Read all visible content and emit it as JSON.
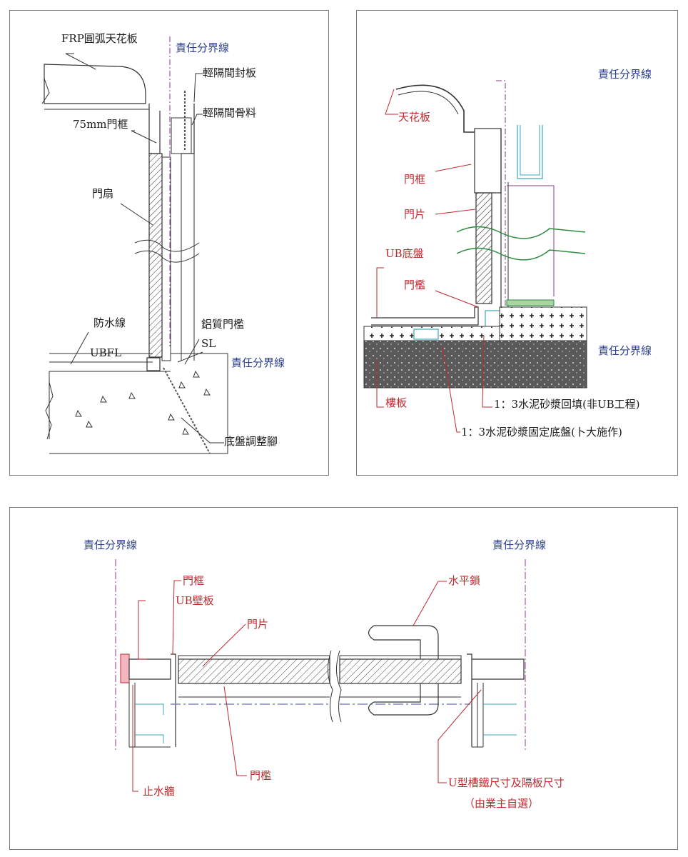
{
  "panel1": {
    "labels": {
      "frp_ceiling": "FRP圓弧天花板",
      "responsibility_line": "責任分界線",
      "light_partition_cover": "輕隔間封板",
      "light_partition_frame": "輕隔間骨料",
      "door_frame_75": "75mm門框",
      "door_leaf": "門扇",
      "waterproof_line": "防水線",
      "ubfl": "UBFL",
      "aluminum_threshold": "鋁質門檻",
      "sl": "SL",
      "responsibility_line_2": "責任分界線",
      "base_adjust_foot": "底盤調整腳"
    }
  },
  "panel2": {
    "labels": {
      "responsibility_line": "責任分界線",
      "ceiling": "天花板",
      "door_frame": "門框",
      "door_panel": "門片",
      "ub_base": "UB底盤",
      "threshold": "門檻",
      "responsibility_line_2": "責任分界線",
      "floor_slab": "樓板",
      "mortar_backfill": "1：3水泥砂漿回填(非UB工程)",
      "mortar_fix": "1：3水泥砂漿固定底盤(卜大施作)"
    }
  },
  "panel3": {
    "labels": {
      "responsibility_line_left": "責任分界線",
      "responsibility_line_right": "責任分界線",
      "door_frame": "門框",
      "ub_wall_panel": "UB壁板",
      "door_panel": "門片",
      "horizontal_lock": "水平鎖",
      "threshold": "門檻",
      "water_stop_wall": "止水牆",
      "u_channel_note": "U型槽鐵尺寸及隔板尺寸",
      "owner_select": "（由業主自選）"
    }
  },
  "colors": {
    "black_text": "#1a1a1a",
    "blue_text": "#2a3d8f",
    "red_text": "#c0282d",
    "boundary_line": "#8a3a8a",
    "green_line": "#2e8b3e",
    "cyan_line": "#3aa6b9"
  }
}
